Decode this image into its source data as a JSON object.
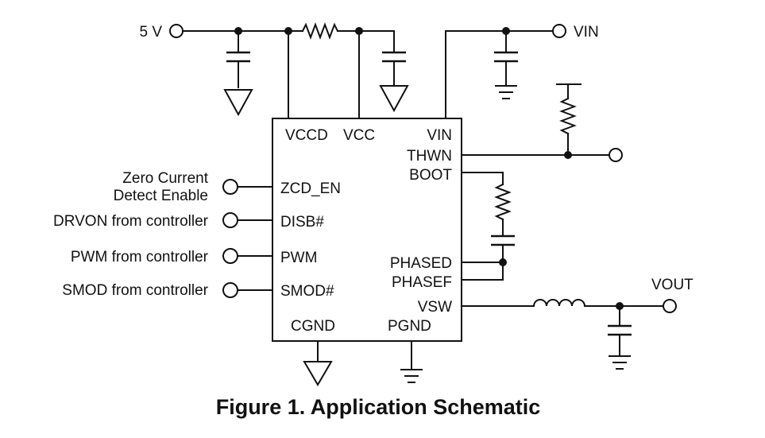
{
  "terminals": {
    "supply_5v": "5 V",
    "vin": "VIN",
    "vout": "VOUT"
  },
  "chip_pins": {
    "vccd": "VCCD",
    "vcc": "VCC",
    "vin": "VIN",
    "thwn": "THWN",
    "boot": "BOOT",
    "zcd_en": "ZCD_EN",
    "disb": "DISB#",
    "pwm": "PWM",
    "smod": "SMOD#",
    "phased": "PHASED",
    "phasef": "PHASEF",
    "vsw": "VSW",
    "cgnd": "CGND",
    "pgnd": "PGND"
  },
  "inputs": {
    "zcd_line1": "Zero Current",
    "zcd_line2": "Detect Enable",
    "drvon": "DRVON from controller",
    "pwm": "PWM from controller",
    "smod": "SMOD from controller"
  },
  "caption": "Figure 1. Application Schematic"
}
